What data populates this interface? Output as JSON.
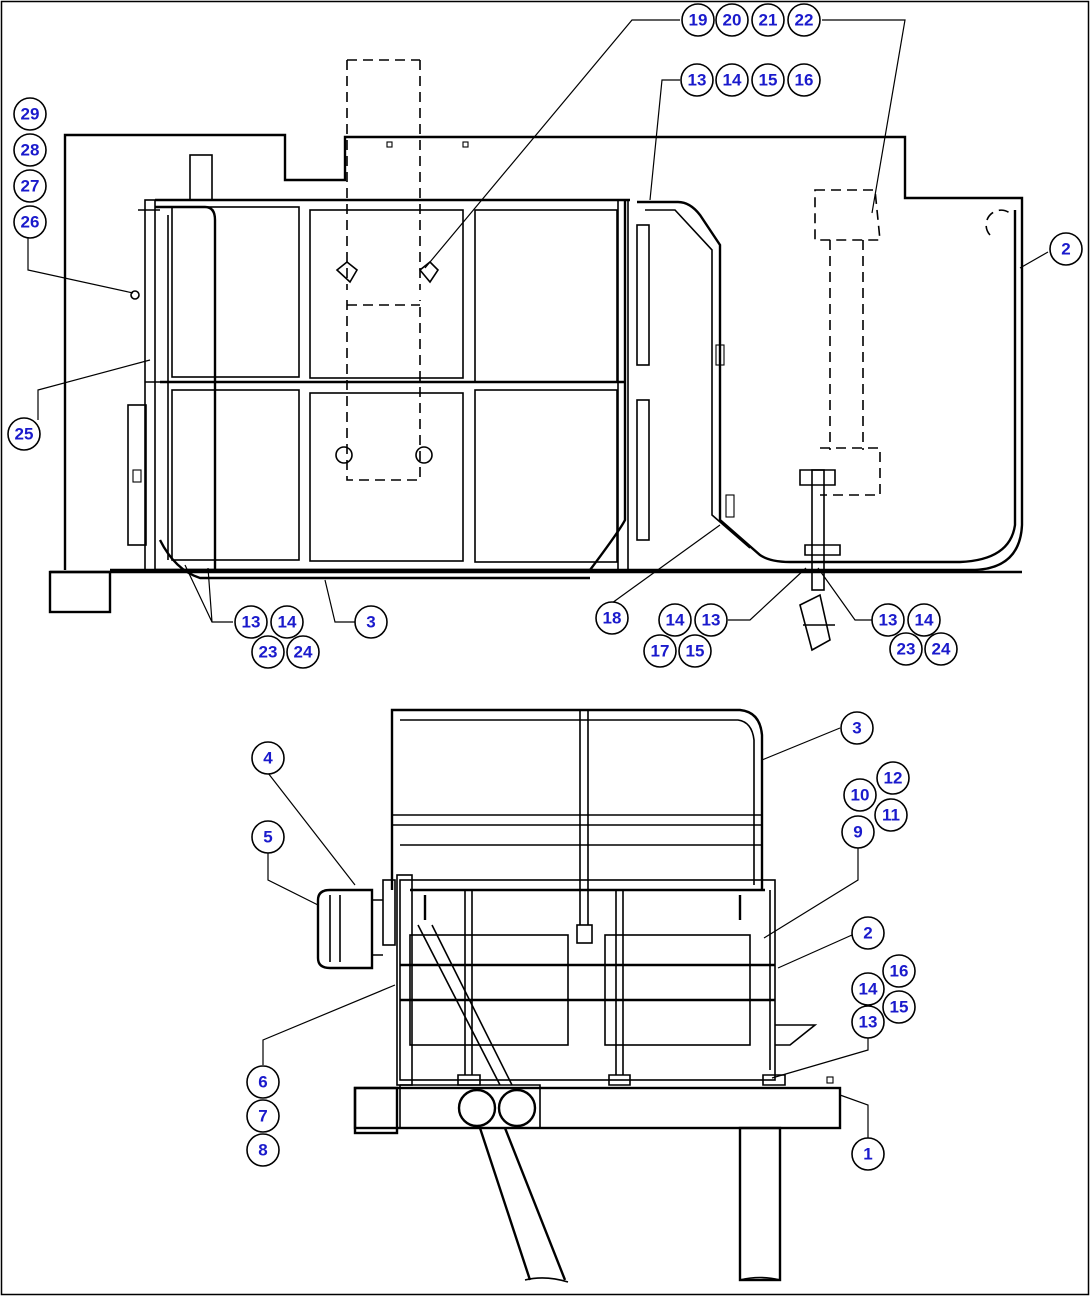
{
  "diagram": {
    "kind": "parts-exploded-drawing",
    "views": [
      "top-view",
      "side-view"
    ],
    "colors": {
      "callout_text": "#1a1acc",
      "lines": "#000000",
      "background": "#ffffff"
    }
  },
  "callouts": {
    "c19": "19",
    "c20": "20",
    "c21": "21",
    "c22": "22",
    "c13a": "13",
    "c14a": "14",
    "c15a": "15",
    "c16a": "16",
    "c29": "29",
    "c28": "28",
    "c27": "27",
    "c26": "26",
    "c2a": "2",
    "c25": "25",
    "c13b": "13",
    "c14b": "14",
    "c23b": "23",
    "c24b": "24",
    "c3a": "3",
    "c18": "18",
    "c14c": "14",
    "c13c": "13",
    "c17c": "17",
    "c15c": "15",
    "c13d": "13",
    "c14d": "14",
    "c23d": "23",
    "c24d": "24",
    "c3b": "3",
    "c4": "4",
    "c5": "5",
    "c12": "12",
    "c10": "10",
    "c11": "11",
    "c9": "9",
    "c2b": "2",
    "c16e": "16",
    "c14e": "14",
    "c15e": "15",
    "c13e": "13",
    "c6": "6",
    "c7": "7",
    "c8": "8",
    "c1": "1"
  }
}
